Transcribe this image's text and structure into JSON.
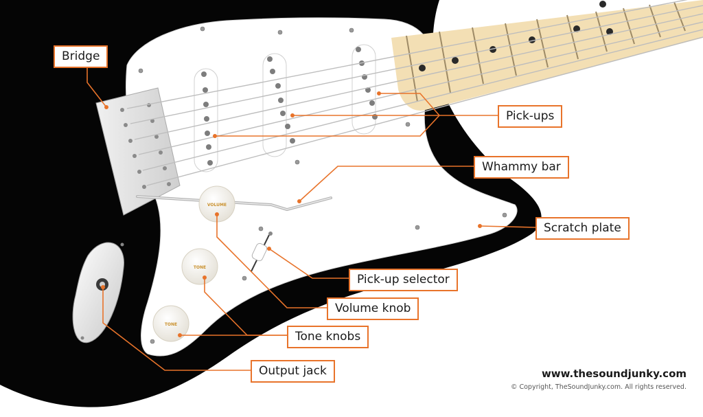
{
  "labels": {
    "bridge": "Bridge",
    "pickups": "Pick-ups",
    "whammy_bar": "Whammy bar",
    "scratch_plate": "Scratch plate",
    "pickup_selector": "Pick-up selector",
    "volume_knob": "Volume knob",
    "tone_knobs": "Tone knobs",
    "output_jack": "Output jack"
  },
  "knob_text": {
    "volume": "VOLUME",
    "tone": "TONE"
  },
  "footer": {
    "website": "www.thesoundjunky.com",
    "copyright": "© Copyright, TheSoundJunky.com. All rights reserved."
  },
  "colors": {
    "accent": "#e8732a",
    "body": "#050505",
    "pickguard": "#ffffff",
    "neck": "#f3dfb4"
  }
}
